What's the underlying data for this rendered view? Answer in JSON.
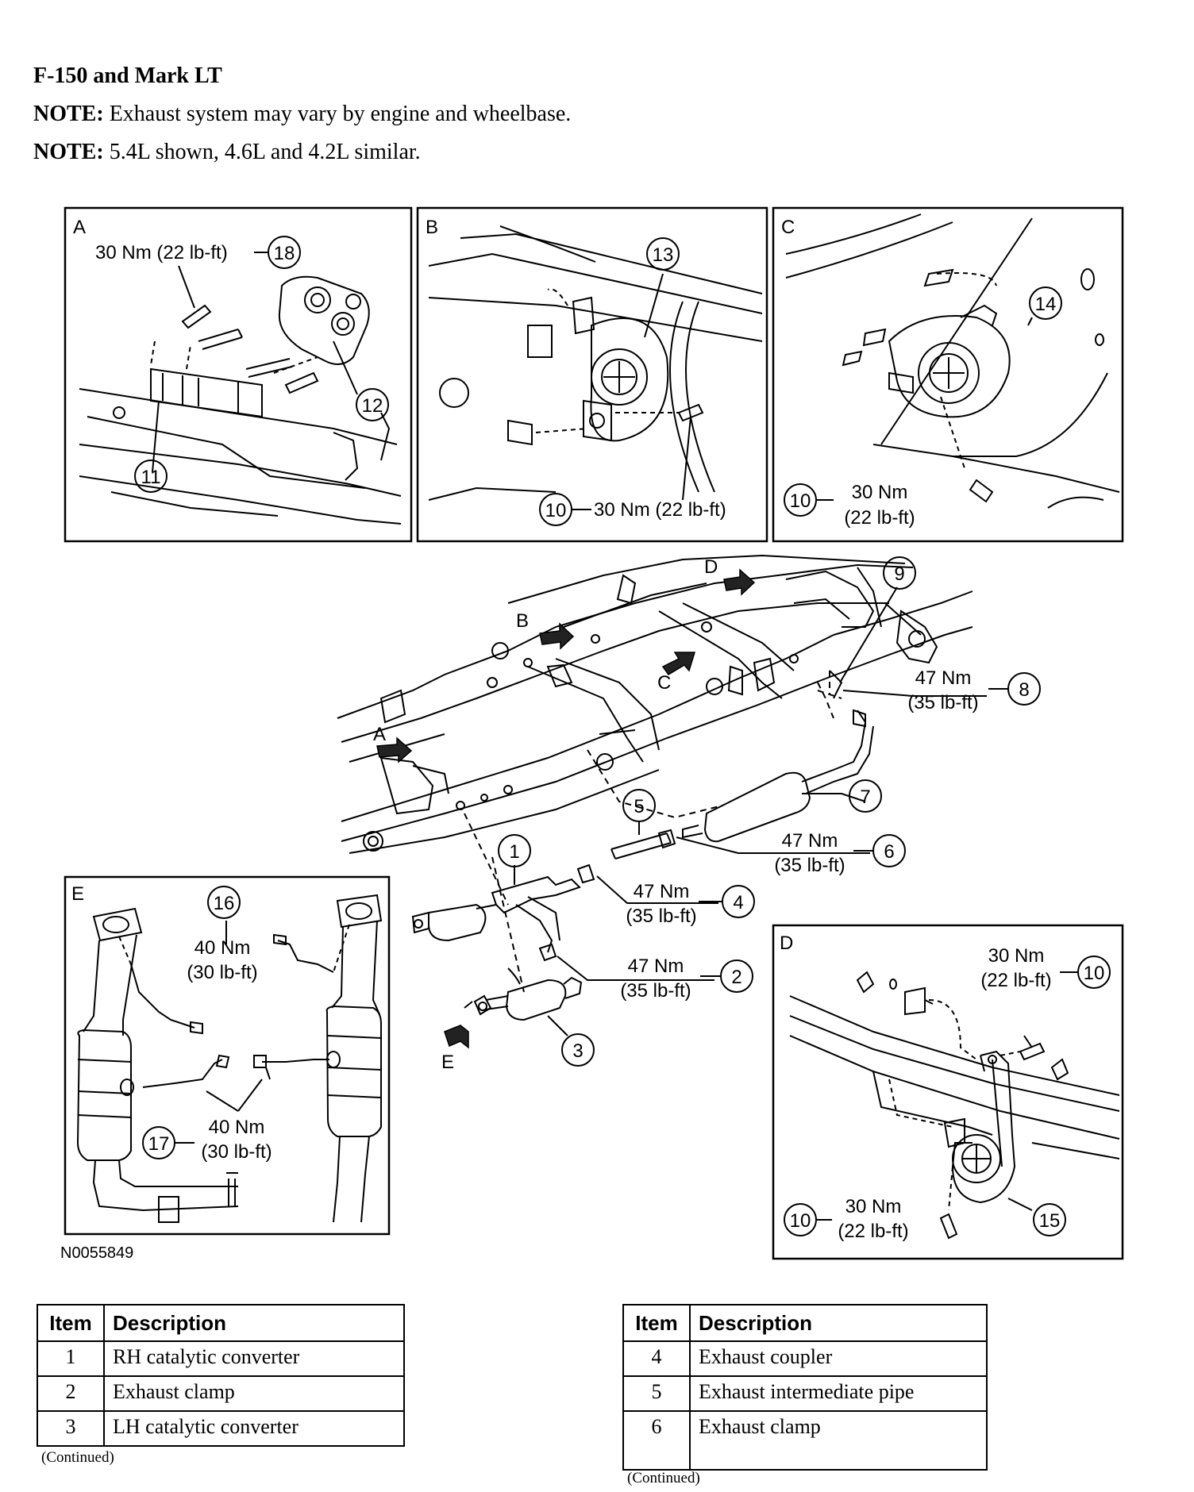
{
  "header": {
    "title": "F-150 and Mark LT",
    "notes": [
      {
        "label": "NOTE:",
        "text": " Exhaust system may vary by engine and wheelbase."
      },
      {
        "label": "NOTE:",
        "text": " 5.4L shown, 4.6L and 4.2L similar."
      }
    ]
  },
  "figure_id": "N0055849",
  "panels": {
    "A": {
      "letter": "A",
      "torque": "30 Nm (22 lb-ft)",
      "items": [
        "18",
        "12",
        "11"
      ]
    },
    "B": {
      "letter": "B",
      "torque": "30 Nm (22 lb-ft)",
      "items": [
        "13",
        "10"
      ]
    },
    "C": {
      "letter": "C",
      "torque1": "30 Nm",
      "torque2": "(22 lb-ft)",
      "items": [
        "14",
        "10"
      ]
    },
    "D": {
      "letter": "D",
      "torque1": "30 Nm",
      "torque2": "(22 lb-ft)",
      "items": [
        "10",
        "10",
        "15"
      ]
    },
    "E": {
      "letter": "E",
      "torque1": "40 Nm",
      "torque2": "(30 lb-ft)",
      "items": [
        "16",
        "17"
      ]
    }
  },
  "main": {
    "arrows": [
      "A",
      "B",
      "C",
      "D",
      "E"
    ],
    "callouts": [
      {
        "num": "9"
      },
      {
        "num": "8",
        "t1": "47 Nm",
        "t2": "(35 lb-ft)"
      },
      {
        "num": "7"
      },
      {
        "num": "6",
        "t1": "47 Nm",
        "t2": "(35 lb-ft)"
      },
      {
        "num": "5"
      },
      {
        "num": "4",
        "t1": "47 Nm",
        "t2": "(35 lb-ft)"
      },
      {
        "num": "2",
        "t1": "47 Nm",
        "t2": "(35 lb-ft)"
      },
      {
        "num": "1"
      },
      {
        "num": "3"
      }
    ]
  },
  "tables": {
    "header_item": "Item",
    "header_desc": "Description",
    "left_rows": [
      {
        "item": "1",
        "desc": "RH catalytic converter"
      },
      {
        "item": "2",
        "desc": "Exhaust clamp"
      },
      {
        "item": "3",
        "desc": "LH catalytic converter"
      }
    ],
    "right_rows": [
      {
        "item": "4",
        "desc": "Exhaust coupler"
      },
      {
        "item": "5",
        "desc": "Exhaust intermediate pipe"
      },
      {
        "item": "6",
        "desc": "Exhaust clamp"
      }
    ],
    "continued": "(Continued)"
  }
}
